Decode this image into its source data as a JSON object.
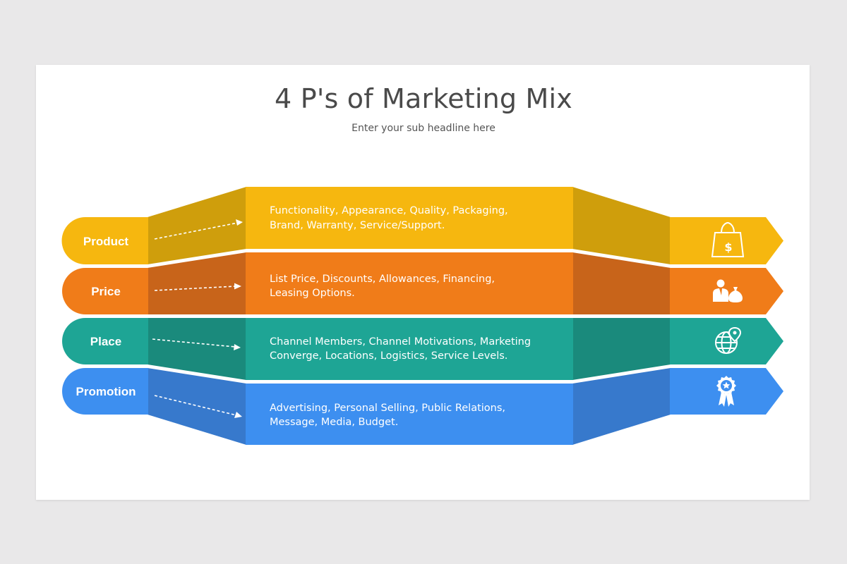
{
  "title": "4 P's of Marketing Mix",
  "subtitle": "Enter your sub headline here",
  "rows": [
    {
      "label": "Product",
      "lines": [
        "Functionality, Appearance, Quality, Packaging,",
        "Brand, Warranty, Service/Support."
      ],
      "icon": "shopping-bag-dollar-icon",
      "color": "#f6b70f",
      "dark": "#cf9e0c"
    },
    {
      "label": "Price",
      "lines": [
        "List Price, Discounts, Allowances, Financing,",
        "Leasing Options."
      ],
      "icon": "businessman-money-bag-icon",
      "color": "#f07c19",
      "dark": "#c8641a"
    },
    {
      "label": "Place",
      "lines": [
        "Channel Members, Channel Motivations, Marketing",
        "Converge, Locations, Logistics, Service Levels."
      ],
      "icon": "globe-location-pin-icon",
      "color": "#1ea595",
      "dark": "#1a8a7c"
    },
    {
      "label": "Promotion",
      "lines": [
        "Advertising, Personal Selling, Public Relations,",
        "Message, Media, Budget."
      ],
      "icon": "award-badge-icon",
      "color": "#3d8ff0",
      "dark": "#3779cc"
    }
  ]
}
